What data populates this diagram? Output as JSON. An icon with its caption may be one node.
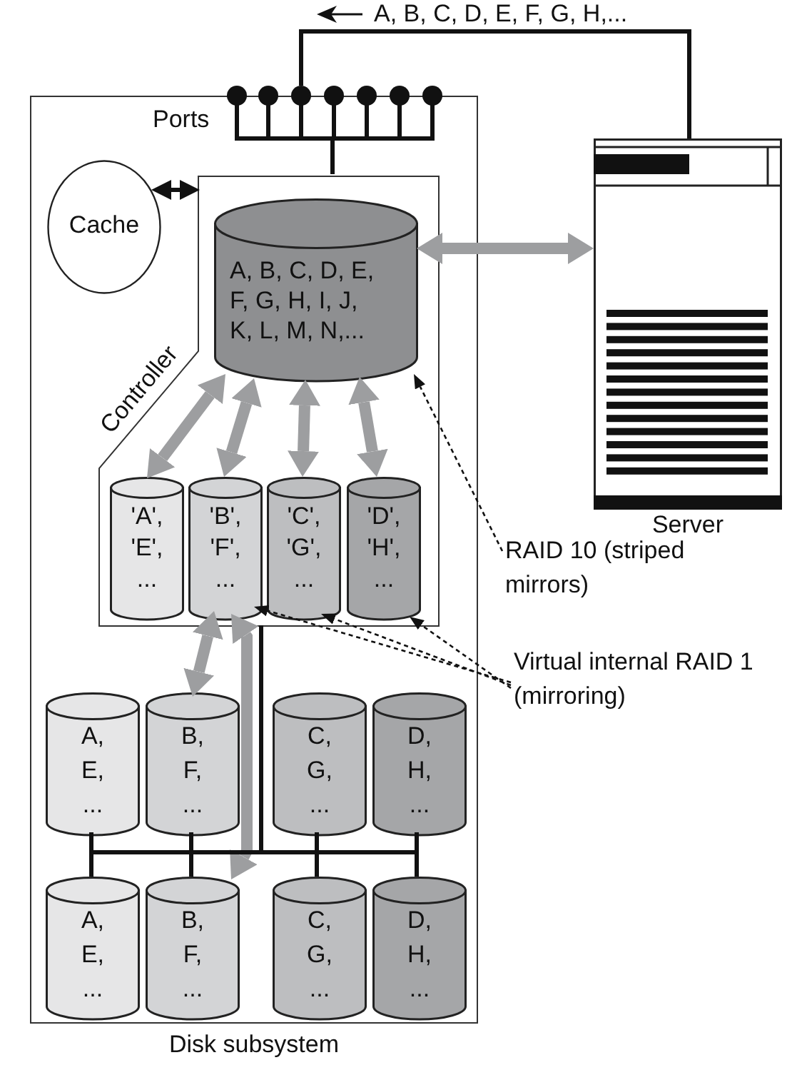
{
  "diagram": {
    "nodes": [
      {
        "text": [
          "Disk subsystem"
        ]
      },
      {
        "text": [
          "Controller"
        ],
        "in": 0
      },
      {
        "text": [
          "Cache"
        ],
        "in": 0
      },
      {
        "text": [
          "Ports"
        ]
      },
      {
        "text": [
          "Server"
        ]
      },
      {
        "text": [
          "A, B, C, D, E, F, G, H, I, J, K, L, M, N,..."
        ],
        "in": 1
      },
      {
        "text": [
          "'A', 'E', ..."
        ],
        "in": 1
      },
      {
        "text": [
          "'B', 'F', ..."
        ],
        "in": 1
      },
      {
        "text": [
          "'C', 'G', ..."
        ],
        "in": 1
      },
      {
        "text": [
          "'D', 'H', ..."
        ],
        "in": 1
      },
      {
        "text": [
          "A, E, ..."
        ],
        "in": 0
      },
      {
        "text": [
          "B, F, ..."
        ],
        "in": 0
      },
      {
        "text": [
          "C, G, ..."
        ],
        "in": 0
      },
      {
        "text": [
          "D, H, ..."
        ],
        "in": 0
      },
      {
        "text": [
          "A, E, ..."
        ],
        "in": 0
      },
      {
        "text": [
          "B, F, ..."
        ],
        "in": 0
      },
      {
        "text": [
          "C, G, ..."
        ],
        "in": 0
      },
      {
        "text": [
          "D, H, ..."
        ],
        "in": 0
      },
      {
        "text": [
          "RAID 10 (striped mirrors)"
        ]
      },
      {
        "text": [
          "Virtual internal RAID 1 (mirroring)"
        ]
      }
    ],
    "edges": [
      {
        "from": 2,
        "to": 1,
        "arrow": "both"
      },
      {
        "from": 3,
        "to": 4,
        "arrow": "none"
      },
      {
        "from": 3,
        "to": 1,
        "arrow": "none"
      },
      {
        "from": 5,
        "to": 4,
        "arrow": "both",
        "style": "thick",
        "color": "#9d9ea0"
      },
      {
        "from": 5,
        "to": 6,
        "arrow": "both",
        "style": "thick",
        "color": "#9d9ea0"
      },
      {
        "from": 5,
        "to": 7,
        "arrow": "both",
        "style": "thick",
        "color": "#9d9ea0"
      },
      {
        "from": 5,
        "to": 8,
        "arrow": "both",
        "style": "thick",
        "color": "#9d9ea0"
      },
      {
        "from": 5,
        "to": 9,
        "arrow": "both",
        "style": "thick",
        "color": "#9d9ea0"
      },
      {
        "from": 7,
        "to": 11,
        "arrow": "both",
        "style": "thick",
        "color": "#9d9ea0"
      },
      {
        "from": 7,
        "to": 15,
        "arrow": "both",
        "style": "thick",
        "color": "#9d9ea0"
      },
      {
        "from": 1,
        "to": 10,
        "arrow": "none"
      },
      {
        "from": 1,
        "to": 11,
        "arrow": "none"
      },
      {
        "from": 1,
        "to": 12,
        "arrow": "none"
      },
      {
        "from": 1,
        "to": 13,
        "arrow": "none"
      },
      {
        "from": 1,
        "to": 14,
        "arrow": "none"
      },
      {
        "from": 1,
        "to": 15,
        "arrow": "none"
      },
      {
        "from": 1,
        "to": 16,
        "arrow": "none"
      },
      {
        "from": 1,
        "to": 17,
        "arrow": "none"
      },
      {
        "from": 18,
        "to": 5,
        "arrow": "to",
        "style": "dashed"
      },
      {
        "from": 19,
        "to": 7,
        "arrow": "to",
        "style": "dashed"
      },
      {
        "from": 19,
        "to": 8,
        "arrow": "to",
        "style": "dashed"
      },
      {
        "from": 19,
        "to": 9,
        "arrow": "to",
        "style": "dashed"
      }
    ],
    "labels": [
      "A, B, C, D, E, F, G, H,..."
    ]
  }
}
